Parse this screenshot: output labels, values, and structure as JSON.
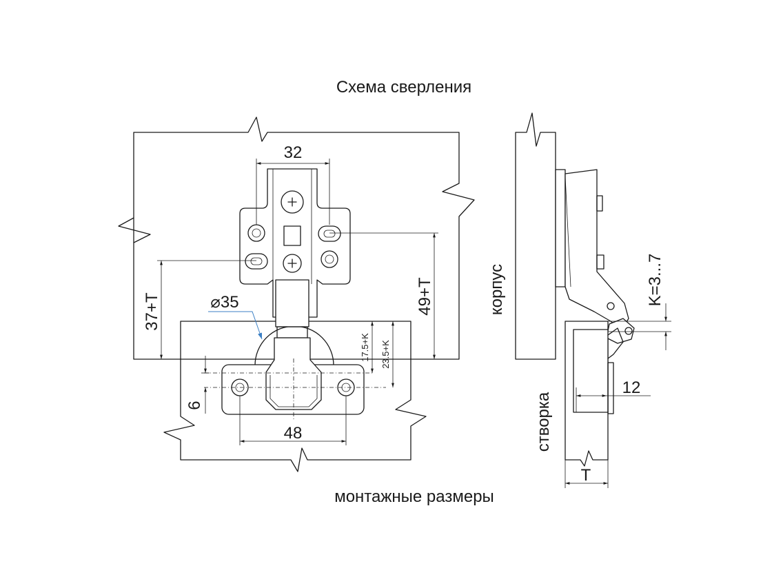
{
  "titles": {
    "top": "Схема сверления",
    "bottom": "монтажные размеры"
  },
  "labels": {
    "cabinet": "корпус",
    "door": "створка"
  },
  "dimensions": {
    "plate_width": "32",
    "cup_diameter": "⌀35",
    "hole_spacing": "48",
    "offset_6": "6",
    "height_37T": "37+T",
    "height_49T": "49+T",
    "edge_17_5K": "17.5+K",
    "edge_23_5K": "23.5+K",
    "gap_K": "K=3...7",
    "side_12": "12",
    "thickness_T": "T"
  },
  "colors": {
    "line": "#1a1a1a",
    "leader_blue": "#3b7fc4"
  }
}
